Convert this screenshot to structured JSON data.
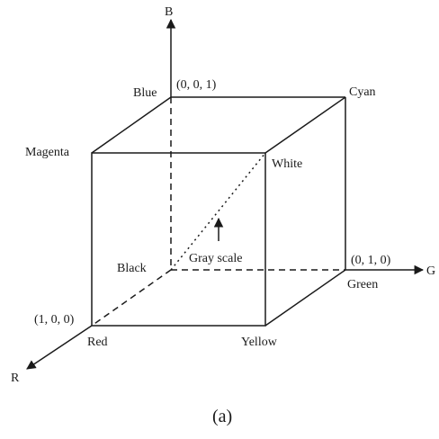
{
  "diagram": {
    "axes": {
      "b": "B",
      "g": "G",
      "r": "R"
    },
    "vertices": {
      "blue": "Blue",
      "blue_coord": "(0, 0, 1)",
      "cyan": "Cyan",
      "magenta": "Magenta",
      "white": "White",
      "black": "Black",
      "gray_scale": "Gray scale",
      "green_coord": "(0, 1, 0)",
      "green": "Green",
      "red_coord": "(1, 0, 0)",
      "red": "Red",
      "yellow": "Yellow"
    },
    "caption": "(a)"
  }
}
